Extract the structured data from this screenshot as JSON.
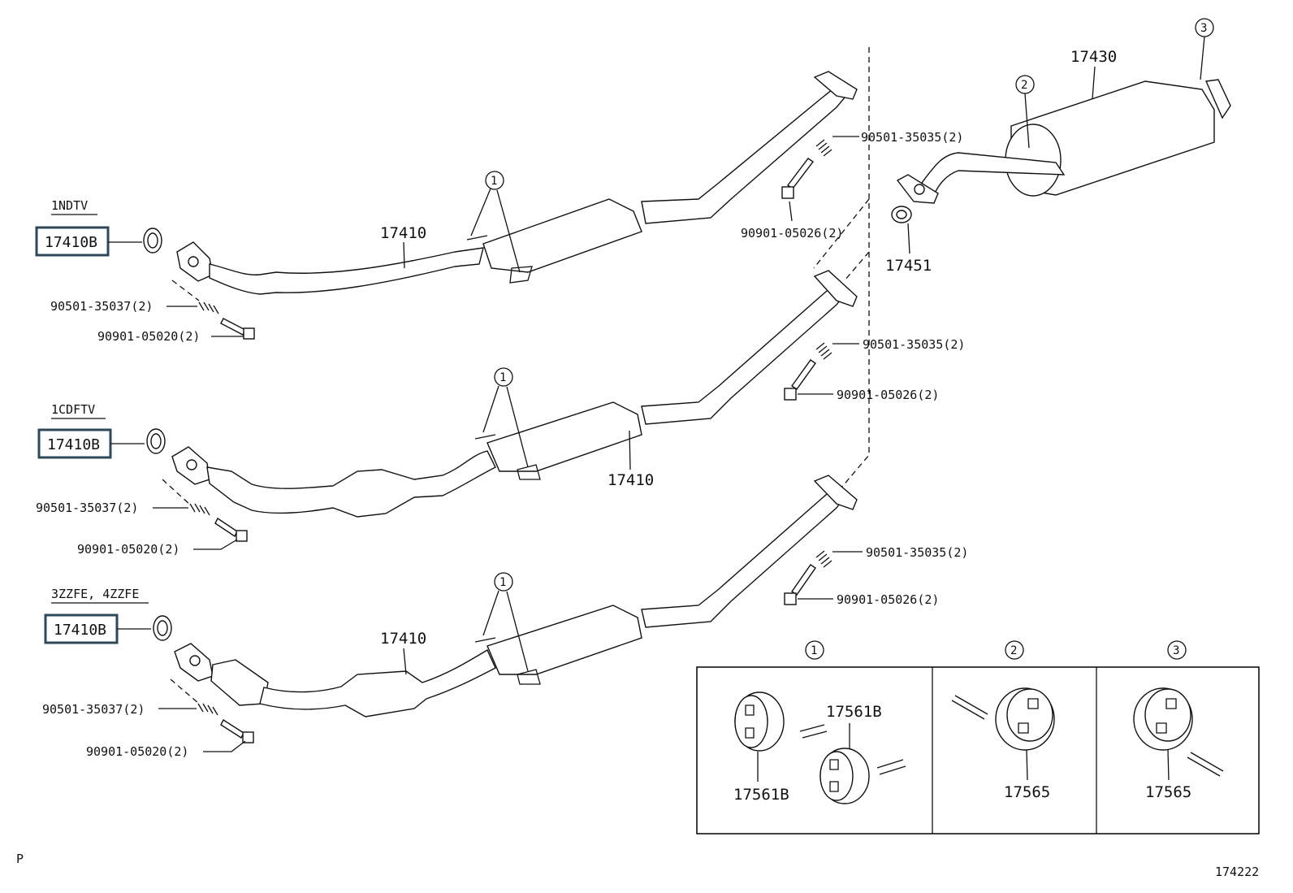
{
  "engines": [
    "1NDTV",
    "1CDFTV",
    "3ZZFE, 4ZZFE"
  ],
  "highlight_part": "17410B",
  "parts": {
    "front_pipe": "17410",
    "tail_pipe": "17430",
    "gasket": "17451",
    "spring": "90501-35035(2)",
    "bolt": "90901-05026(2)",
    "front_spring": "90501-35037(2)",
    "front_bolt": "90901-05020(2)"
  },
  "callouts": [
    "1",
    "2",
    "3"
  ],
  "legend": {
    "group1_parts": [
      "17561B",
      "17561B"
    ],
    "group2_part": "17565",
    "group3_part": "17565"
  },
  "corner_left": "P",
  "figure_code": "174222"
}
